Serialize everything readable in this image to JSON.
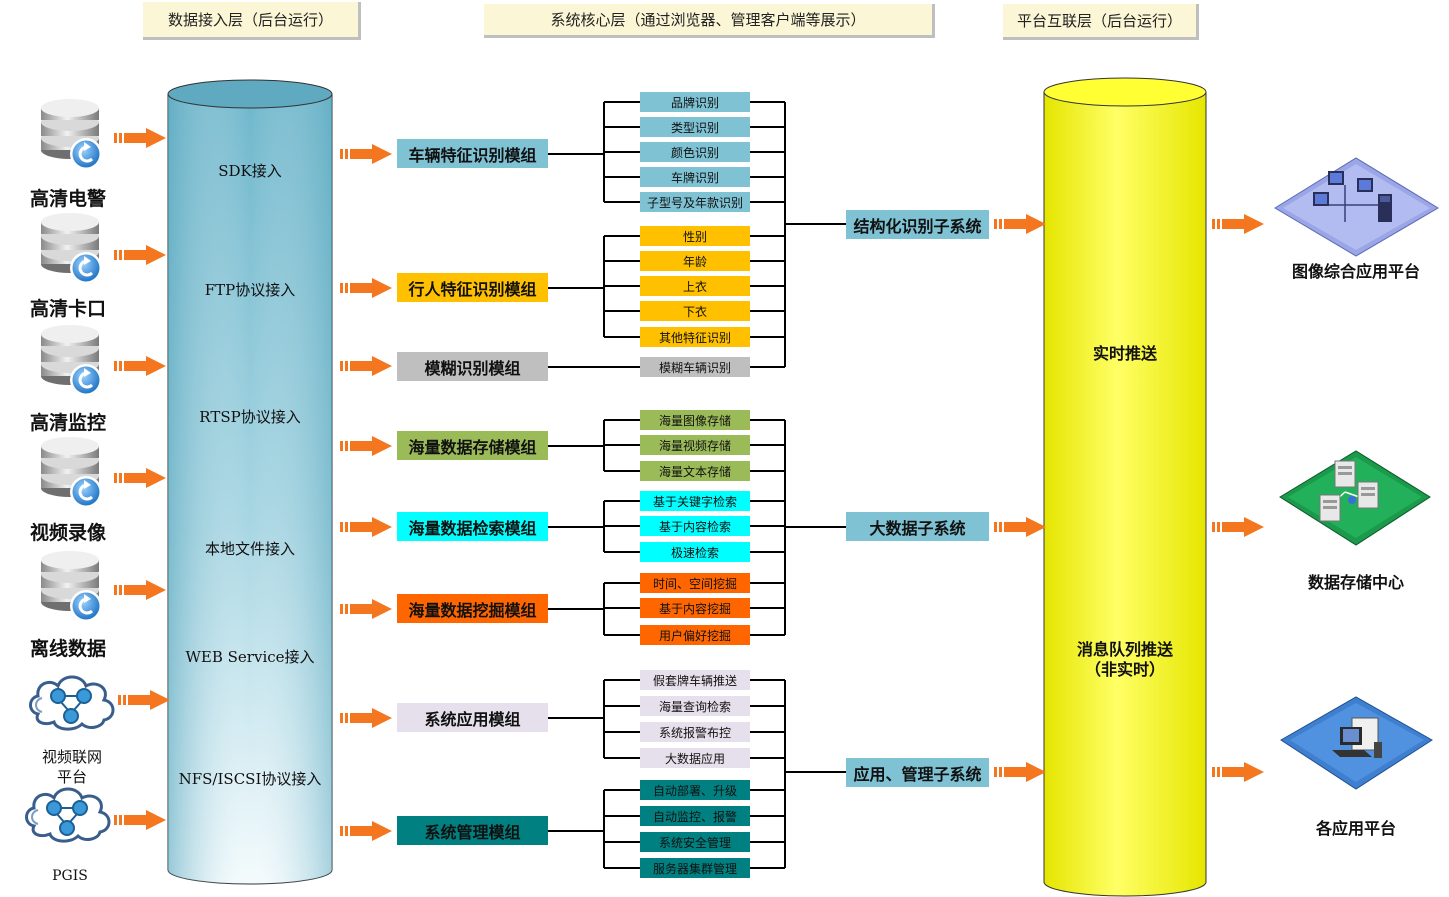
{
  "layers": {
    "access": "数据接入层（后台运行）",
    "core": "系统核心层（通过浏览器、管理客户端等展示）",
    "interconnect": "平台互联层（后台运行）"
  },
  "sources": [
    {
      "label": "高清电警",
      "icon": "database-server-icon"
    },
    {
      "label": "高清卡口",
      "icon": "database-server-icon"
    },
    {
      "label": "高清监控",
      "icon": "database-server-icon"
    },
    {
      "label": "视频录像",
      "icon": "database-server-icon"
    },
    {
      "label": "离线数据",
      "icon": "database-server-icon"
    },
    {
      "label_line1": "视频联网",
      "label_line2": "平台",
      "icon": "network-cloud-icon"
    },
    {
      "label": "PGIS",
      "icon": "network-cloud-icon"
    }
  ],
  "protocols": [
    "SDK接入",
    "FTP协议接入",
    "RTSP协议接入",
    "本地文件接入",
    "WEB Service接入",
    "NFS/ISCSI协议接入"
  ],
  "modules": [
    {
      "label": "车辆特征识别模组",
      "color": "#7ec2d4",
      "subs": [
        "品牌识别",
        "类型识别",
        "颜色识别",
        "车牌识别",
        "子型号及年款识别"
      ],
      "sub_color": "#7ec2d4"
    },
    {
      "label": "行人特征识别模组",
      "color": "#ffc000",
      "subs": [
        "性别",
        "年龄",
        "上衣",
        "下衣",
        "其他特征识别"
      ],
      "sub_color": "#ffc000"
    },
    {
      "label": "模糊识别模组",
      "color": "#bfbfbf",
      "subs": [
        "模糊车辆识别"
      ],
      "sub_color": "#bfbfbf"
    },
    {
      "label": "海量数据存储模组",
      "color": "#9bbb59",
      "subs": [
        "海量图像存储",
        "海量视频存储",
        "海量文本存储"
      ],
      "sub_color": "#9bbb59"
    },
    {
      "label": "海量数据检索模组",
      "color": "#00ffff",
      "subs": [
        "基于关键字检索",
        "基于内容检索",
        "极速检索"
      ],
      "sub_color": "#00ffff"
    },
    {
      "label": "海量数据挖掘模组",
      "color": "#ff6600",
      "subs": [
        "时间、空间挖掘",
        "基于内容挖掘",
        "用户偏好挖掘"
      ],
      "sub_color": "#ff6600"
    },
    {
      "label": "系统应用模组",
      "color": "#e6e0ec",
      "subs": [
        "假套牌车辆推送",
        "海量查询检索",
        "系统报警布控",
        "大数据应用"
      ],
      "sub_color": "#e6e0ec"
    },
    {
      "label": "系统管理模组",
      "color": "#008080",
      "subs": [
        "自动部署、升级",
        "自动监控、报警",
        "系统安全管理",
        "服务器集群管理"
      ],
      "sub_color": "#008080"
    }
  ],
  "subsystems": [
    "结构化识别子系统",
    "大数据子系统",
    "应用、管理子系统"
  ],
  "cylinder": {
    "realtime": "实时推送",
    "queue_line1": "消息队列推送",
    "queue_line2": "（非实时）"
  },
  "destinations": [
    {
      "label": "图像综合应用平台",
      "icon": "computer-network-icon"
    },
    {
      "label": "数据存储中心",
      "icon": "storage-servers-icon"
    },
    {
      "label": "各应用平台",
      "icon": "workstation-icon"
    }
  ],
  "colors": {
    "access_cylinder": "#7ec2d4",
    "push_cylinder": "#ffff00",
    "arrow": "#f4761f"
  }
}
